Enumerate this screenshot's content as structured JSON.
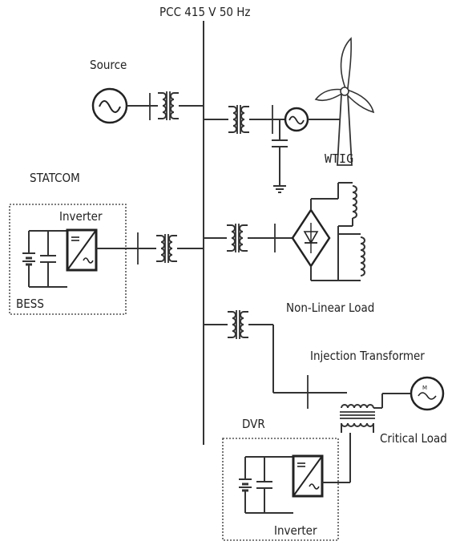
{
  "title": "PCC 415 V 50 Hz",
  "labels": {
    "source": "Source",
    "wtig": "WTIG",
    "statcom": "STATCOM",
    "inverter_top": "Inverter",
    "bess": "BESS",
    "non_linear_load": "Non-Linear Load",
    "injection_transformer": "Injection Transformer",
    "dvr": "DVR",
    "critical_load": "Critical Load",
    "inverter_bottom": "Inverter"
  },
  "motor_symbol": "M"
}
